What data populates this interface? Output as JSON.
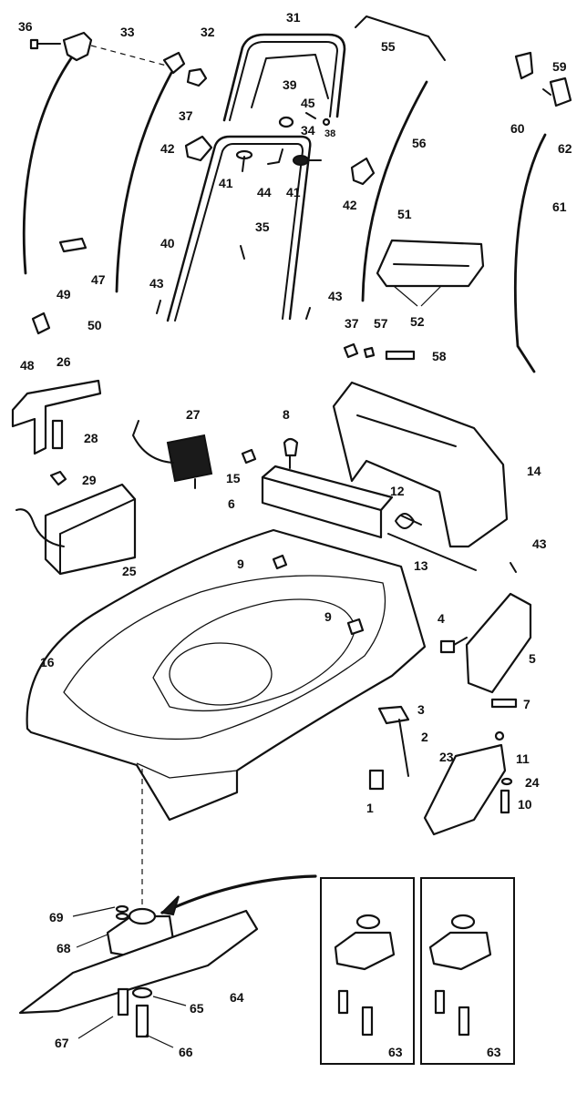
{
  "callouts": [
    {
      "key": "c36",
      "text": "36"
    },
    {
      "key": "c33",
      "text": "33"
    },
    {
      "key": "c32",
      "text": "32"
    },
    {
      "key": "c37a",
      "text": "37"
    },
    {
      "key": "c31",
      "text": "31"
    },
    {
      "key": "c39",
      "text": "39"
    },
    {
      "key": "c45",
      "text": "45"
    },
    {
      "key": "c34",
      "text": "34"
    },
    {
      "key": "c38",
      "text": "38"
    },
    {
      "key": "c55",
      "text": "55"
    },
    {
      "key": "c56",
      "text": "56"
    },
    {
      "key": "c59",
      "text": "59"
    },
    {
      "key": "c60",
      "text": "60"
    },
    {
      "key": "c62",
      "text": "62"
    },
    {
      "key": "c61",
      "text": "61"
    },
    {
      "key": "c42a",
      "text": "42"
    },
    {
      "key": "c41a",
      "text": "41"
    },
    {
      "key": "c44",
      "text": "44"
    },
    {
      "key": "c41b",
      "text": "41"
    },
    {
      "key": "c42b",
      "text": "42"
    },
    {
      "key": "c40",
      "text": "40"
    },
    {
      "key": "c35",
      "text": "35"
    },
    {
      "key": "c51",
      "text": "51"
    },
    {
      "key": "c47",
      "text": "47"
    },
    {
      "key": "c49",
      "text": "49"
    },
    {
      "key": "c43a",
      "text": "43"
    },
    {
      "key": "c43b",
      "text": "43"
    },
    {
      "key": "c52",
      "text": "52"
    },
    {
      "key": "c50",
      "text": "50"
    },
    {
      "key": "c48",
      "text": "48"
    },
    {
      "key": "c37b",
      "text": "37"
    },
    {
      "key": "c57",
      "text": "57"
    },
    {
      "key": "c58",
      "text": "58"
    },
    {
      "key": "c26",
      "text": "26"
    },
    {
      "key": "c27",
      "text": "27"
    },
    {
      "key": "c8",
      "text": "8"
    },
    {
      "key": "c28",
      "text": "28"
    },
    {
      "key": "c15",
      "text": "15"
    },
    {
      "key": "c14",
      "text": "14"
    },
    {
      "key": "c29",
      "text": "29"
    },
    {
      "key": "c6",
      "text": "6"
    },
    {
      "key": "c12",
      "text": "12"
    },
    {
      "key": "c25",
      "text": "25"
    },
    {
      "key": "c13",
      "text": "13"
    },
    {
      "key": "c9a",
      "text": "9"
    },
    {
      "key": "c43c",
      "text": "43"
    },
    {
      "key": "c9b",
      "text": "9"
    },
    {
      "key": "c4",
      "text": "4"
    },
    {
      "key": "c5",
      "text": "5"
    },
    {
      "key": "c16",
      "text": "16"
    },
    {
      "key": "c7",
      "text": "7"
    },
    {
      "key": "c3",
      "text": "3"
    },
    {
      "key": "c2",
      "text": "2"
    },
    {
      "key": "c11",
      "text": "11"
    },
    {
      "key": "c23",
      "text": "23"
    },
    {
      "key": "c24",
      "text": "24"
    },
    {
      "key": "c1",
      "text": "1"
    },
    {
      "key": "c10",
      "text": "10"
    },
    {
      "key": "c69",
      "text": "69"
    },
    {
      "key": "c68",
      "text": "68"
    },
    {
      "key": "c64",
      "text": "64"
    },
    {
      "key": "c65",
      "text": "65"
    },
    {
      "key": "c67",
      "text": "67"
    },
    {
      "key": "c66",
      "text": "66"
    },
    {
      "key": "c63a",
      "text": "63"
    },
    {
      "key": "c63b",
      "text": "63"
    }
  ]
}
